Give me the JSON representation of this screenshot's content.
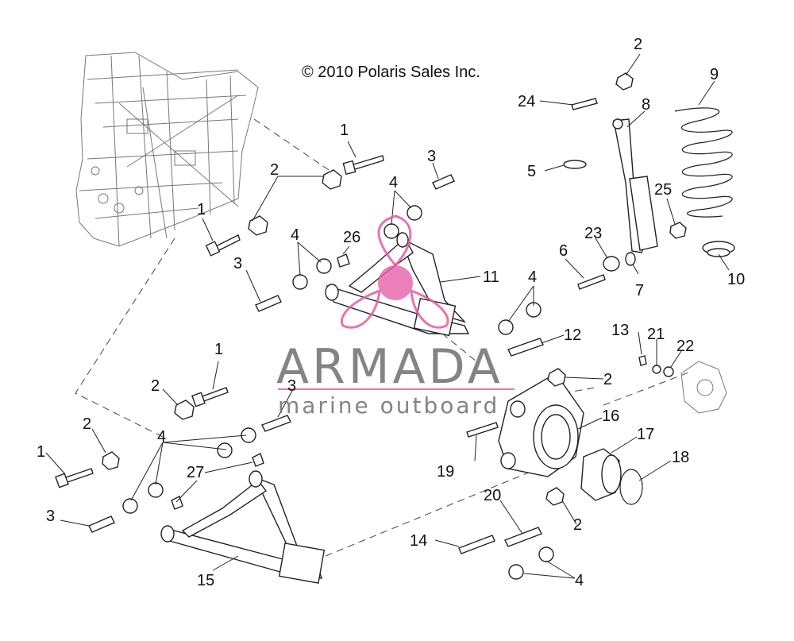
{
  "diagram": {
    "copyright": "© 2010 Polaris Sales Inc.",
    "watermark": {
      "brand": "ARMADA",
      "tagline": "marine outboard",
      "color": "#e75aa6"
    },
    "callouts": [
      {
        "id": "c1a",
        "text": "1"
      },
      {
        "id": "c1b",
        "text": "1"
      },
      {
        "id": "c1c",
        "text": "1"
      },
      {
        "id": "c1d",
        "text": "1"
      },
      {
        "id": "c2a",
        "text": "2"
      },
      {
        "id": "c2b",
        "text": "2"
      },
      {
        "id": "c2c",
        "text": "2"
      },
      {
        "id": "c2d",
        "text": "2"
      },
      {
        "id": "c2e",
        "text": "2"
      },
      {
        "id": "c2f",
        "text": "2"
      },
      {
        "id": "c3a",
        "text": "3"
      },
      {
        "id": "c3b",
        "text": "3"
      },
      {
        "id": "c3c",
        "text": "3"
      },
      {
        "id": "c3d",
        "text": "3"
      },
      {
        "id": "c4a",
        "text": "4"
      },
      {
        "id": "c4b",
        "text": "4"
      },
      {
        "id": "c4c",
        "text": "4"
      },
      {
        "id": "c4d",
        "text": "4"
      },
      {
        "id": "c4e",
        "text": "4"
      },
      {
        "id": "c5",
        "text": "5"
      },
      {
        "id": "c6",
        "text": "6"
      },
      {
        "id": "c7",
        "text": "7"
      },
      {
        "id": "c8",
        "text": "8"
      },
      {
        "id": "c9",
        "text": "9"
      },
      {
        "id": "c10",
        "text": "10"
      },
      {
        "id": "c11",
        "text": "11"
      },
      {
        "id": "c12",
        "text": "12"
      },
      {
        "id": "c13",
        "text": "13"
      },
      {
        "id": "c14",
        "text": "14"
      },
      {
        "id": "c15",
        "text": "15"
      },
      {
        "id": "c16",
        "text": "16"
      },
      {
        "id": "c17",
        "text": "17"
      },
      {
        "id": "c18",
        "text": "18"
      },
      {
        "id": "c19",
        "text": "19"
      },
      {
        "id": "c20",
        "text": "20"
      },
      {
        "id": "c21",
        "text": "21"
      },
      {
        "id": "c22",
        "text": "22"
      },
      {
        "id": "c23",
        "text": "23"
      },
      {
        "id": "c24",
        "text": "24"
      },
      {
        "id": "c25",
        "text": "25"
      },
      {
        "id": "c26",
        "text": "26"
      },
      {
        "id": "c27",
        "text": "27"
      }
    ]
  }
}
